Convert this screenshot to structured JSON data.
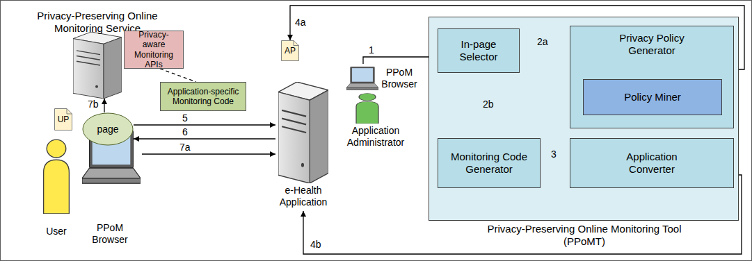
{
  "diagram": {
    "nodes": [
      {
        "text": [
          "Privacy-Preserving Online Monitoring Service"
        ]
      },
      {
        "text": [
          "Privacy-aware Monitoring APIs"
        ]
      },
      {
        "text": [
          "Application-specific Monitoring Code"
        ]
      },
      {
        "text": [
          "UP"
        ]
      },
      {
        "text": [
          "User"
        ]
      },
      {
        "text": [
          "PPoM Browser"
        ]
      },
      {
        "text": [
          "page"
        ],
        "in": 5
      },
      {
        "text": [
          "AP"
        ]
      },
      {
        "text": [
          "e-Health Application"
        ]
      },
      {
        "text": [
          "PPoM Browser"
        ]
      },
      {
        "text": [
          "Application Administrator"
        ]
      },
      {
        "text": [
          "Privacy-Preserving Online Monitoring Tool (PPoMT)"
        ]
      },
      {
        "text": [
          "In-page Selector"
        ],
        "in": 11
      },
      {
        "text": [
          "Privacy Policy Generator"
        ],
        "in": 11
      },
      {
        "text": [
          "Policy Miner"
        ],
        "in": 13
      },
      {
        "text": [
          "Monitoring Code Generator"
        ],
        "in": 11
      },
      {
        "text": [
          "Application Converter"
        ],
        "in": 11
      }
    ],
    "edges": [
      {
        "from": 9,
        "to": 12,
        "label": "1",
        "arrow": "to"
      },
      {
        "from": 12,
        "to": 13,
        "label": "2a",
        "arrow": "to"
      },
      {
        "from": 12,
        "to": 15,
        "label": "2b",
        "arrow": "to"
      },
      {
        "from": 15,
        "to": 16,
        "label": "3",
        "arrow": "to"
      },
      {
        "from": 13,
        "to": 7,
        "label": "4a",
        "arrow": "to"
      },
      {
        "from": 16,
        "to": 8,
        "label": "4b",
        "arrow": "to"
      },
      {
        "from": 6,
        "to": 8,
        "label": "5",
        "arrow": "to"
      },
      {
        "from": 8,
        "to": 6,
        "label": "6",
        "arrow": "to"
      },
      {
        "from": 5,
        "to": 8,
        "label": "7a",
        "arrow": "to"
      },
      {
        "from": 6,
        "to": 0,
        "label": "7b",
        "arrow": "to"
      },
      {
        "from": 1,
        "to": 2,
        "arrow": "none"
      }
    ]
  }
}
